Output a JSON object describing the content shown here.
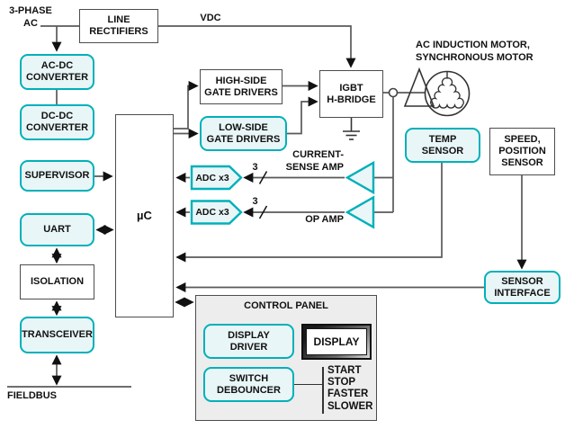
{
  "colors": {
    "teal_border": "#00b0ba",
    "teal_fill": "#e9f6f7",
    "wire": "#595959",
    "arrowhead": "#111111",
    "plain_box_border": "#4d4d4d",
    "panel_fill": "#ededed"
  },
  "power": {
    "three_phase_ac": "3-PHASE\nAC",
    "line_rectifiers": "LINE\nRECTIFIERS",
    "vdc": "VDC",
    "ac_dc_converter": "AC-DC\nCONVERTER",
    "dc_dc_converter": "DC-DC\nCONVERTER"
  },
  "comms": {
    "supervisor": "SUPERVISOR",
    "uart": "UART",
    "isolation": "ISOLATION",
    "transceiver": "TRANSCEIVER",
    "fieldbus": "FIELDBUS"
  },
  "core": {
    "microcontroller": "µC"
  },
  "drive": {
    "high_side_drivers": "HIGH-SIDE\nGATE DRIVERS",
    "low_side_drivers": "LOW-SIDE\nGATE DRIVERS",
    "igbt_h_bridge": "IGBT\nH-BRIDGE",
    "motor_label": "AC INDUCTION MOTOR,\nSYNCHRONOUS MOTOR"
  },
  "analog_front_end": {
    "adc_top": "ADC x3",
    "adc_bottom": "ADC x3",
    "bus_width_top": "3",
    "bus_width_bottom": "3",
    "current_sense_amp": "CURRENT-\nSENSE AMP",
    "op_amp": "OP AMP"
  },
  "sensing": {
    "temp_sensor": "TEMP\nSENSOR",
    "speed_position_sensor": "SPEED,\nPOSITION\nSENSOR",
    "sensor_interface": "SENSOR\nINTERFACE"
  },
  "control_panel": {
    "title": "CONTROL PANEL",
    "display_driver": "DISPLAY\nDRIVER",
    "display": "DISPLAY",
    "switch_debouncer": "SWITCH\nDEBOUNCER",
    "buttons": [
      "START",
      "STOP",
      "FASTER",
      "SLOWER"
    ]
  }
}
